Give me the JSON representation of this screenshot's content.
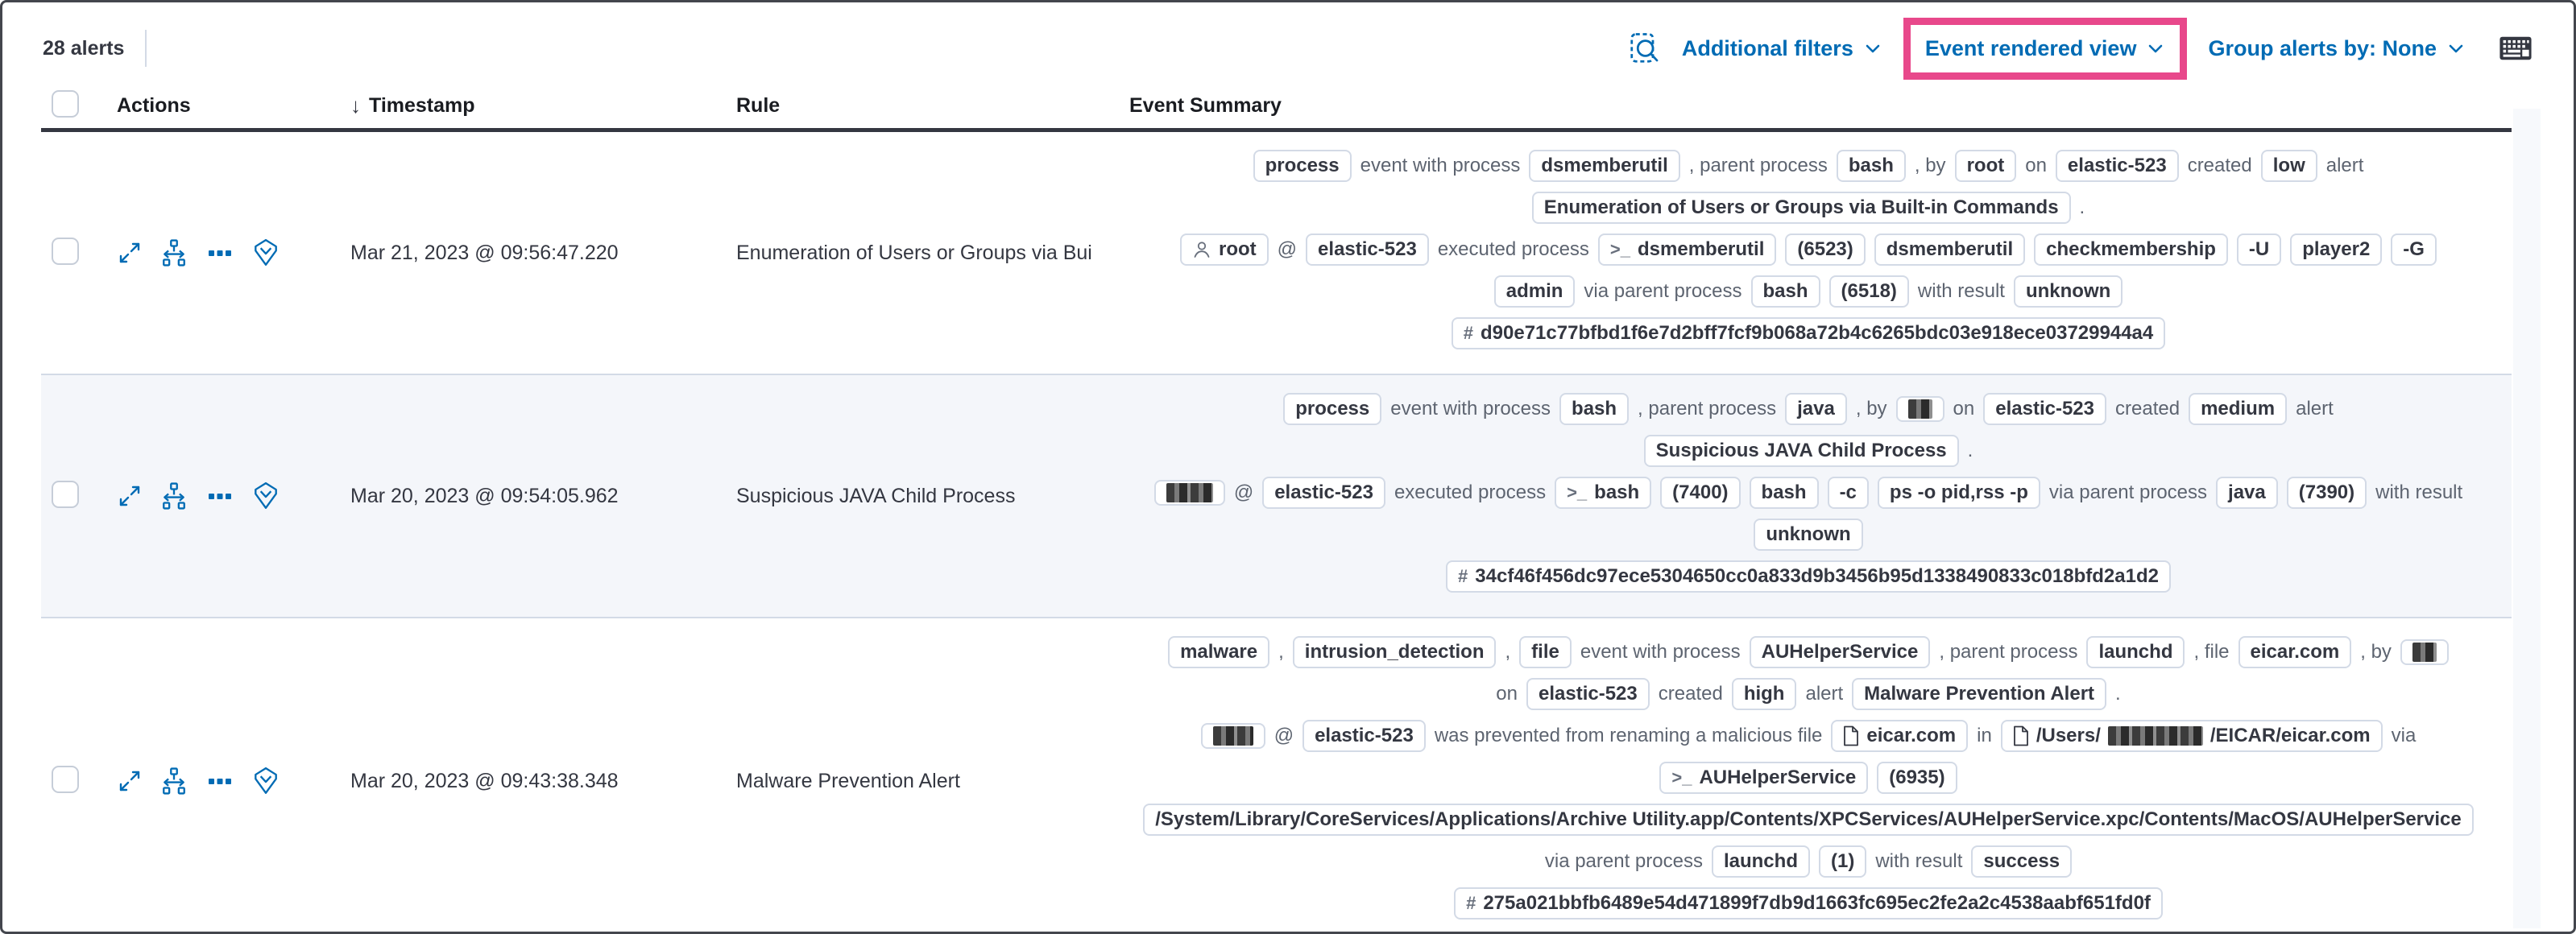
{
  "colors": {
    "accent_blue": "#006bb4",
    "highlight_pink": "#e8488b",
    "badge_border": "#d3dae6",
    "header_rule": "#343741",
    "stripe_bg": "#f4f6fa"
  },
  "toolbar": {
    "alert_count": "28 alerts",
    "additional_filters": "Additional filters",
    "view_selector": "Event rendered view",
    "group_alerts": "Group alerts by: None"
  },
  "icons": {
    "inspect": "magnifier-over-document",
    "keyboard": "keyboard-shortcuts",
    "row_actions": [
      "expand-alert",
      "analyze-event",
      "more-actions",
      "investigate-in-timeline"
    ],
    "sort": "arrow-down"
  },
  "table": {
    "headers": {
      "actions": "Actions",
      "timestamp": "Timestamp",
      "rule": "Rule",
      "summary": "Event Summary"
    },
    "rows": [
      {
        "timestamp": "Mar 21, 2023 @ 09:56:47.220",
        "rule": "Enumeration of Users or Groups via Bui",
        "lines": [
          [
            {
              "b": "process"
            },
            {
              "t": "event with process"
            },
            {
              "b": "dsmemberutil"
            },
            {
              "t": ", parent process"
            },
            {
              "b": "bash"
            },
            {
              "t": ", by"
            },
            {
              "b": "root"
            },
            {
              "t": "on"
            },
            {
              "b": "elastic-523"
            },
            {
              "t": "created"
            },
            {
              "b": "low"
            },
            {
              "t": "alert"
            }
          ],
          [
            {
              "b": "Enumeration of Users or Groups via Built-in Commands"
            },
            {
              "t": "."
            }
          ],
          [
            {
              "b": "root",
              "icon": "user"
            },
            {
              "t": "@"
            },
            {
              "b": "elastic-523"
            },
            {
              "t": "executed process"
            },
            {
              "b": "dsmemberutil",
              "icon": "terminal"
            },
            {
              "b": "(6523)"
            },
            {
              "b": "dsmemberutil"
            },
            {
              "b": "checkmembership"
            },
            {
              "b": "-U"
            },
            {
              "b": "player2"
            },
            {
              "b": "-G"
            }
          ],
          [
            {
              "b": "admin"
            },
            {
              "t": "via parent process"
            },
            {
              "b": "bash"
            },
            {
              "b": "(6518)"
            },
            {
              "t": "with result"
            },
            {
              "b": "unknown"
            }
          ],
          [
            {
              "b": "d90e71c77bfbd1f6e7d2bff7fcf9b068a72b4c6265bdc03e918ece03729944a4",
              "icon": "hash"
            }
          ]
        ]
      },
      {
        "timestamp": "Mar 20, 2023 @ 09:54:05.962",
        "rule": "Suspicious JAVA Child Process",
        "lines": [
          [
            {
              "b": "process"
            },
            {
              "t": "event with process"
            },
            {
              "b": "bash"
            },
            {
              "t": ", parent process"
            },
            {
              "b": "java"
            },
            {
              "t": ", by"
            },
            {
              "b": "",
              "redact": 30
            },
            {
              "t": "on"
            },
            {
              "b": "elastic-523"
            },
            {
              "t": "created"
            },
            {
              "b": "medium"
            },
            {
              "t": "alert"
            }
          ],
          [
            {
              "b": "Suspicious JAVA Child Process"
            },
            {
              "t": "."
            }
          ],
          [
            {
              "b": "",
              "redact": 58
            },
            {
              "t": "@"
            },
            {
              "b": "elastic-523"
            },
            {
              "t": "executed process"
            },
            {
              "b": "bash",
              "icon": "terminal"
            },
            {
              "b": "(7400)"
            },
            {
              "b": "bash"
            },
            {
              "b": "-c"
            },
            {
              "b": "ps -o pid,rss -p"
            },
            {
              "t": "via parent process"
            },
            {
              "b": "java"
            },
            {
              "b": "(7390)"
            },
            {
              "t": "with result"
            }
          ],
          [
            {
              "b": "unknown"
            }
          ],
          [
            {
              "b": "34cf46f456dc97ece5304650cc0a833d9b3456b95d1338490833c018bfd2a1d2",
              "icon": "hash"
            }
          ]
        ]
      },
      {
        "timestamp": "Mar 20, 2023 @ 09:43:38.348",
        "rule": "Malware Prevention Alert",
        "lines": [
          [
            {
              "b": "malware"
            },
            {
              "t": ","
            },
            {
              "b": "intrusion_detection"
            },
            {
              "t": ","
            },
            {
              "b": "file"
            },
            {
              "t": "event with process"
            },
            {
              "b": "AUHelperService"
            },
            {
              "t": ", parent process"
            },
            {
              "b": "launchd"
            },
            {
              "t": ", file"
            },
            {
              "b": "eicar.com"
            },
            {
              "t": ", by"
            },
            {
              "b": "",
              "redact": 30
            }
          ],
          [
            {
              "t": "on"
            },
            {
              "b": "elastic-523"
            },
            {
              "t": "created"
            },
            {
              "b": "high"
            },
            {
              "t": "alert"
            },
            {
              "b": "Malware Prevention Alert"
            },
            {
              "t": "."
            }
          ],
          [
            {
              "b": "",
              "redact": 50
            },
            {
              "t": "@"
            },
            {
              "b": "elastic-523"
            },
            {
              "t": "was prevented from renaming a malicious file"
            },
            {
              "b": "eicar.com",
              "icon": "document"
            },
            {
              "t": "in"
            },
            {
              "icon": "document",
              "parts": [
                {
                  "text": "/Users/"
                },
                {
                  "redact": 118
                },
                {
                  "text": "/EICAR/eicar.com"
                }
              ]
            },
            {
              "t": "via"
            }
          ],
          [
            {
              "b": "AUHelperService",
              "icon": "terminal"
            },
            {
              "b": "(6935)"
            }
          ],
          [
            {
              "b": "/System/Library/CoreServices/Applications/Archive Utility.app/Contents/XPCServices/AUHelperService.xpc/Contents/MacOS/AUHelperService"
            }
          ],
          [
            {
              "t": "via parent process"
            },
            {
              "b": "launchd"
            },
            {
              "b": "(1)"
            },
            {
              "t": "with result"
            },
            {
              "b": "success"
            }
          ],
          [
            {
              "b": "275a021bbfb6489e54d471899f7db9d1663fc695ec2fe2a2c4538aabf651fd0f",
              "icon": "hash"
            }
          ]
        ]
      }
    ]
  }
}
